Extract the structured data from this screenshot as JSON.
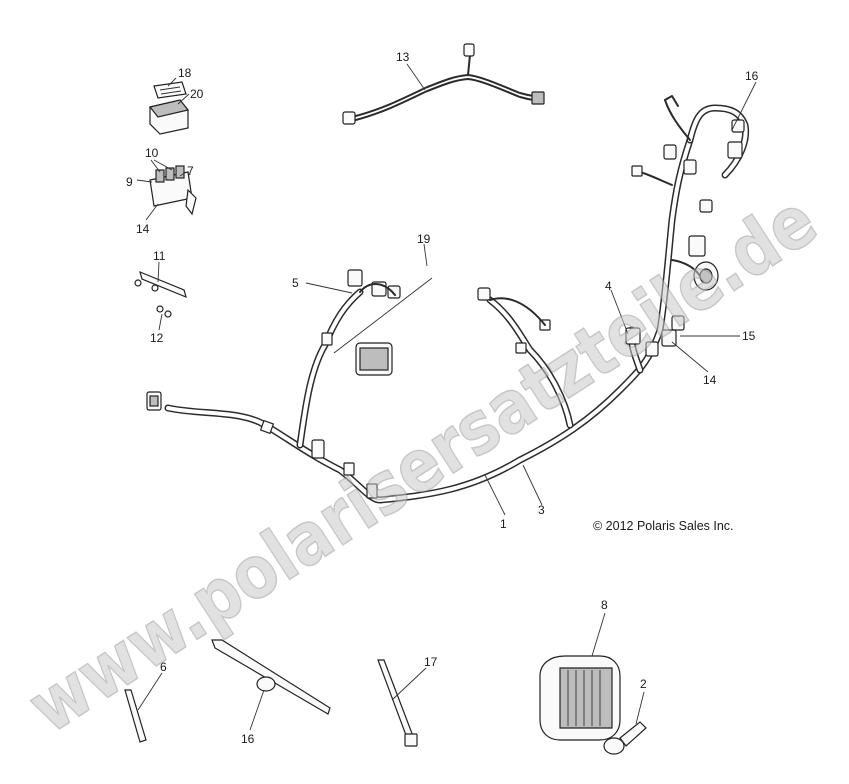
{
  "copyright": "© 2012 Polaris Sales Inc.",
  "watermark": "www.polarisersatzteile.de",
  "callouts": {
    "c1": "1",
    "c2": "2",
    "c3": "3",
    "c4": "4",
    "c5": "5",
    "c6": "6",
    "c7": "7",
    "c8": "8",
    "c9": "9",
    "c10": "10",
    "c11": "11",
    "c12": "12",
    "c13": "13",
    "c14a": "14",
    "c14b": "14",
    "c15": "15",
    "c16a": "16",
    "c16b": "16",
    "c17": "17",
    "c18": "18",
    "c19": "19",
    "c20": "20"
  }
}
